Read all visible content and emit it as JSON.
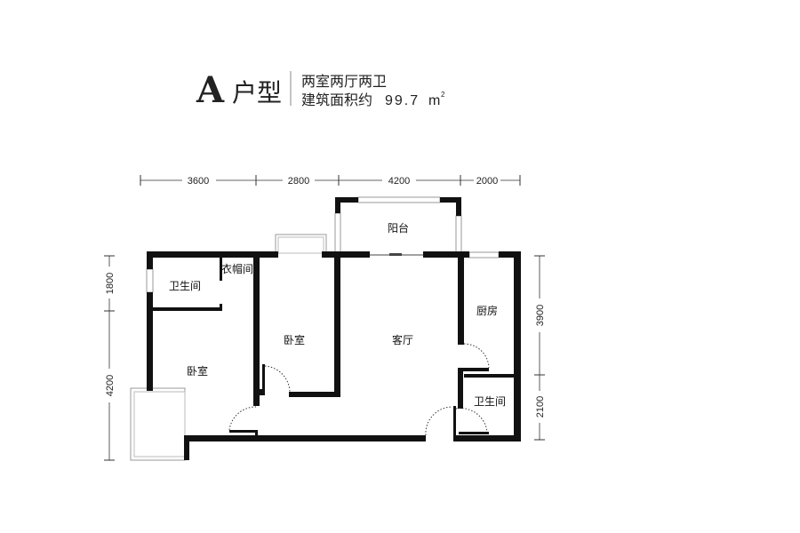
{
  "title": {
    "letter": "A",
    "type_label": "户型",
    "layout": "两室两厅两卫",
    "area_prefix": "建筑面积约",
    "area_value": "99.7",
    "area_unit": "m",
    "area_unit_sup": "2"
  },
  "rooms": {
    "balcony": "阳台",
    "bath1": "卫生间",
    "closet": "衣帽间",
    "bedroom1": "卧室",
    "bedroom2": "卧室",
    "living": "客厅",
    "kitchen": "厨房",
    "bath2": "卫生间"
  },
  "dimensions": {
    "top": [
      "3600",
      "2800",
      "4200",
      "2000"
    ],
    "left": [
      "1800",
      "4200"
    ],
    "right": [
      "3900",
      "2100"
    ]
  }
}
